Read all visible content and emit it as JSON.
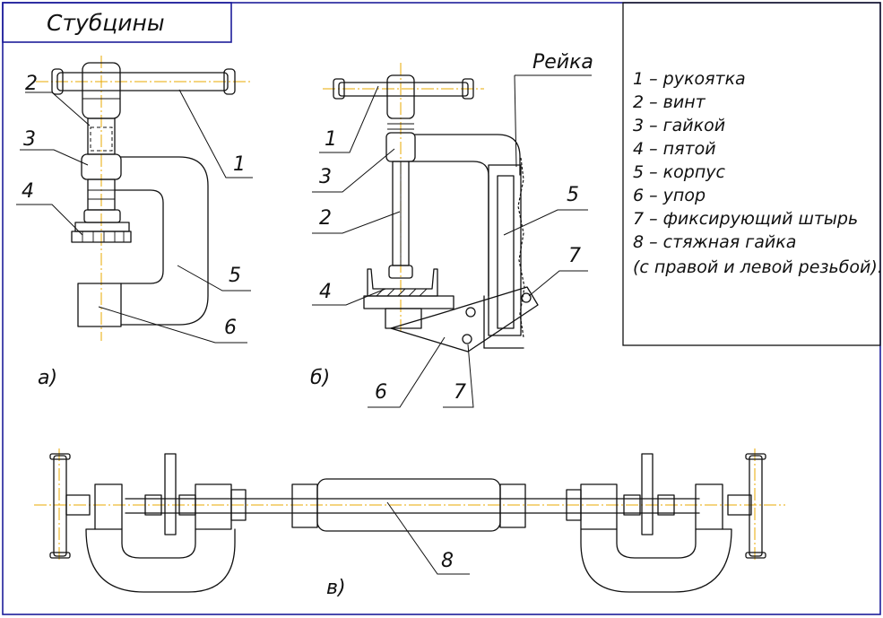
{
  "title": "Стубцины",
  "rail_label": "Рейка",
  "figure_labels": {
    "a": "а)",
    "b": "б)",
    "c": "в)"
  },
  "callouts": {
    "a_1": "1",
    "a_2": "2",
    "a_3": "3",
    "a_4": "4",
    "a_5": "5",
    "a_6": "6",
    "b_1": "1",
    "b_2": "2",
    "b_3": "3",
    "b_4": "4",
    "b_5": "5",
    "b_6": "6",
    "b_7": "7",
    "b_7b": "7",
    "c_8": "8"
  },
  "legend": {
    "items": [
      "1 – рукоятка",
      "2 – винт",
      "3 – гайкой",
      "4 – пятой",
      "5 – корпус",
      "6 – упор",
      "7 – фиксирующий штырь",
      "8 – стяжная гайка",
      " (с правой и левой резьбой)."
    ]
  },
  "colors": {
    "frame": "#1d1d9a",
    "axis": "#e8a800",
    "ink": "#111111"
  }
}
